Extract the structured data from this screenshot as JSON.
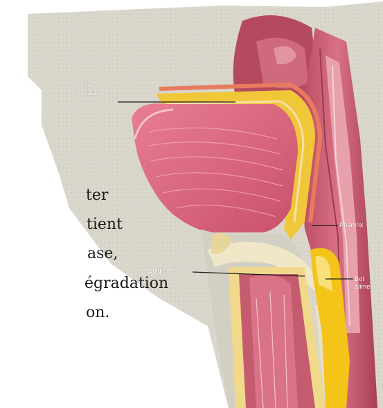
{
  "labels": {
    "palate": [
      "Voûte",
      "du palais"
    ],
    "pharynx": "Pharynx",
    "epiglottis": "Épiglotte",
    "bolus": [
      "Bol",
      "alime"
    ]
  },
  "body_text": [
    "ter",
    "tient",
    "ase,",
    "égradation",
    "on."
  ],
  "colors": {
    "background": "#ffffff",
    "mask_bg": "#d6d3c9",
    "tongue": "#d9647a",
    "tissue": "#c55a6a",
    "bolus": "#f2c21a",
    "text": "#1a1a1a"
  }
}
